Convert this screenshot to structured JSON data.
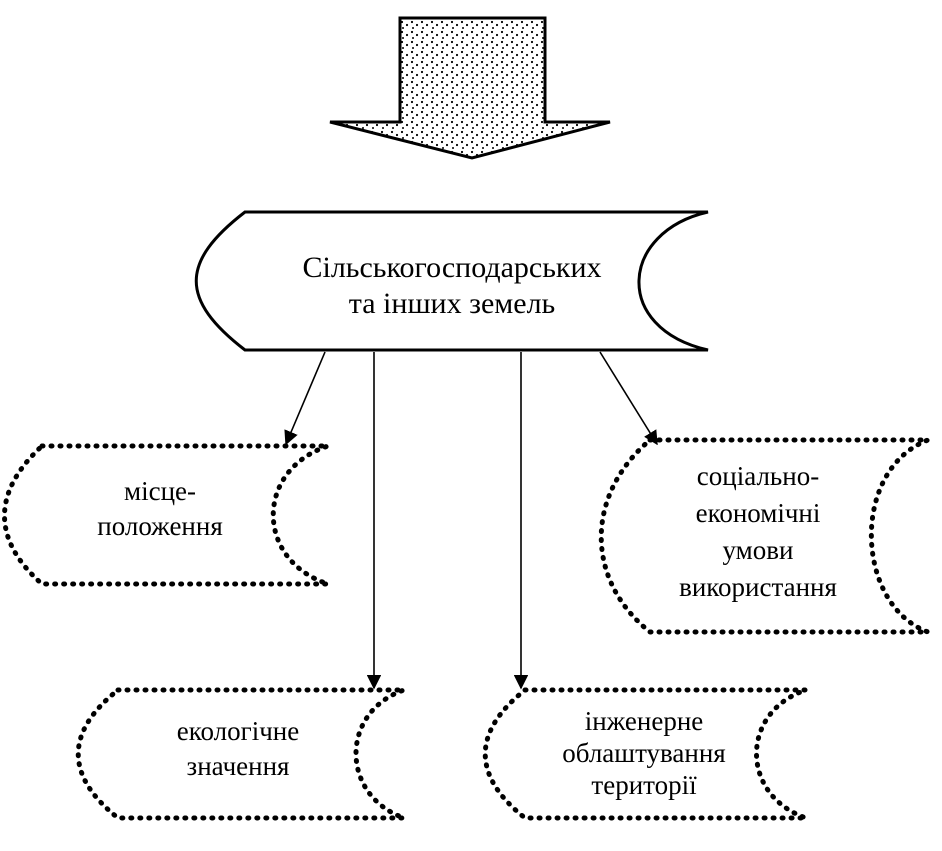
{
  "main_node": {
    "lines": [
      "Сільськогосподарських",
      "та інших земель"
    ]
  },
  "nodes": {
    "location": {
      "lines": [
        "місце-",
        "положення"
      ]
    },
    "socioeconomic": {
      "lines": [
        "соціально-",
        "економічні",
        "умови",
        "використання"
      ]
    },
    "ecological": {
      "lines": [
        "екологічне",
        "значення"
      ]
    },
    "engineering": {
      "lines": [
        "інженерне",
        "облаштування",
        "території"
      ]
    }
  },
  "colors": {
    "stroke": "#000000",
    "background": "#ffffff",
    "arrow_dots": "#000000"
  }
}
